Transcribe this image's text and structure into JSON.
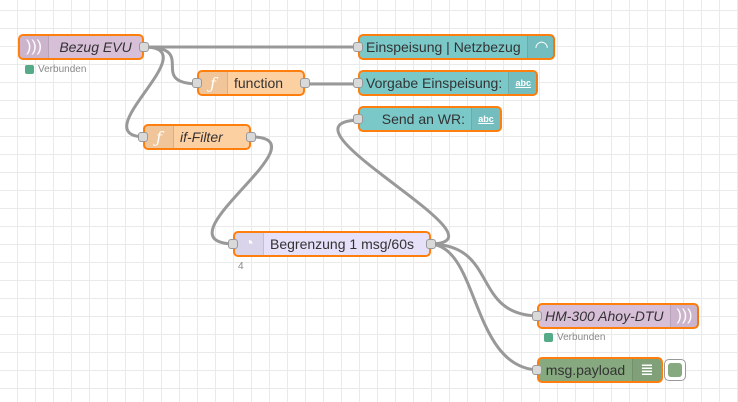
{
  "nodes": {
    "bezug_evu": {
      "label": "Bezug EVU",
      "icon": "wifi-signal-icon",
      "status": "Verbunden",
      "color": "#d7bfd7"
    },
    "function": {
      "label": "function",
      "icon": "function-icon",
      "color": "#fdd0a2"
    },
    "if_filter": {
      "label": "if-Filter",
      "icon": "function-icon",
      "color": "#fdd0a2"
    },
    "einspeisung_netzbezug": {
      "label": "Einspeisung | Netzbezug",
      "icon": "gauge-icon",
      "color": "#7bc8c9"
    },
    "vorgabe_einspeisung": {
      "label": "Vorgabe Einspeisung:",
      "icon": "abc-text-icon",
      "icon_text": "abc",
      "color": "#7bc8c9"
    },
    "send_an_wr": {
      "label": "Send an WR:",
      "icon": "abc-text-icon",
      "icon_text": "abc",
      "color": "#7bc8c9"
    },
    "begrenzung": {
      "label": "Begrenzung 1 msg/60s",
      "icon": "timer-icon",
      "count": "4",
      "color": "#e6e0f8"
    },
    "hm300": {
      "label": "HM-300 Ahoy-DTU",
      "icon": "wifi-signal-icon",
      "status": "Verbunden",
      "color": "#d7bfd7"
    },
    "msg_payload": {
      "label": "msg.payload",
      "icon": "debug-list-icon",
      "color": "#87a980"
    }
  },
  "colors": {
    "selected_border": "#ff7f0e",
    "wire": "#999999",
    "status_connected": "#55aa88"
  }
}
